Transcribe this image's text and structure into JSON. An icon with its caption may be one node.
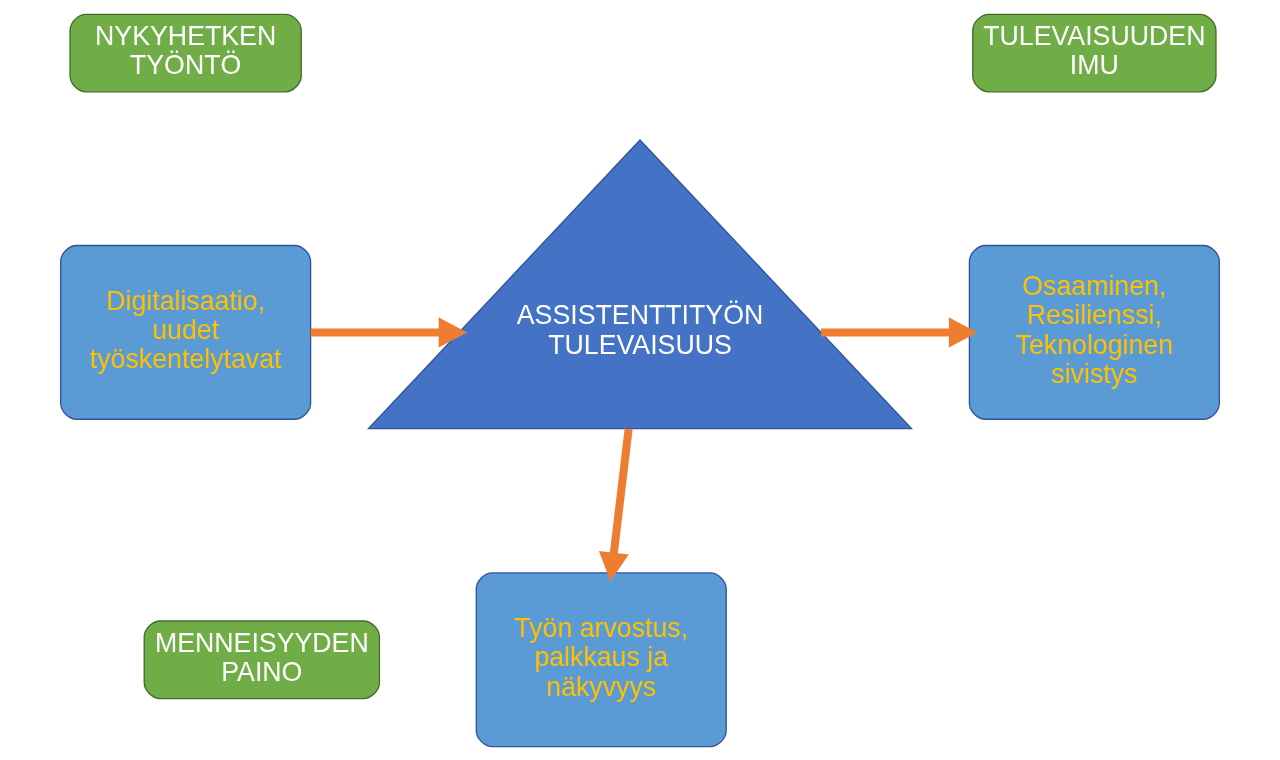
{
  "diagram": {
    "nodes": [
      {
        "text": [
          "NYKYHETKEN TYÖNTÖ"
        ]
      },
      {
        "text": [
          "Digitalisaatio, uudet työskentelytavat"
        ]
      },
      {
        "text": [
          "ASSISTENTTITYÖN TULEVAISUUS"
        ]
      },
      {
        "text": [
          "TULEVAISUUDEN IMU"
        ]
      },
      {
        "text": [
          "Osaaminen, Resilienssi, Teknologinen sivistys"
        ]
      },
      {
        "text": [
          "MENNEISYYDEN PAINO"
        ]
      },
      {
        "text": [
          "Työn arvostus, palkkaus ja näkyvyys"
        ]
      }
    ],
    "edges": [
      {
        "from": 1,
        "to": 2,
        "arrow": "to"
      },
      {
        "from": 2,
        "to": 4,
        "arrow": "to"
      },
      {
        "from": 2,
        "to": 6,
        "arrow": "to"
      }
    ]
  }
}
